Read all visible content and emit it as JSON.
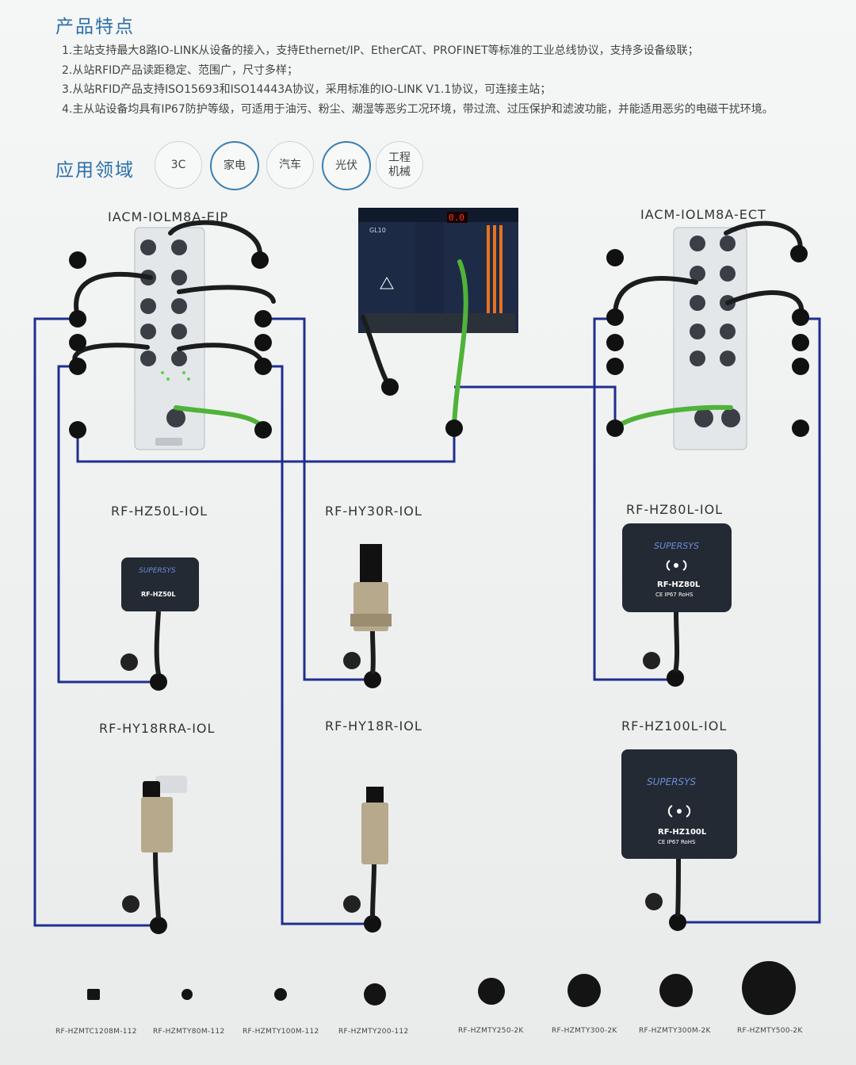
{
  "features": {
    "title": "产品特点",
    "items": [
      "1.主站支持最大8路IO-LINK从设备的接入，支持Ethernet/IP、EtherCAT、PROFINET等标准的工业总线协议，支持多设备级联；",
      "2.从站RFID产品读距稳定、范围广，尺寸多样；",
      "3.从站RFID产品支持ISO15693和ISO14443A协议，采用标准的IO-LINK V1.1协议，可连接主站；",
      "4.主从站设备均具有IP67防护等级，可适用于油污、粉尘、潮湿等恶劣工况环境，带过流、过压保护和滤波功能，并能适用恶劣的电磁干扰环境。"
    ]
  },
  "applications": {
    "title": "应用领域",
    "chips": [
      {
        "line1": "3C",
        "line2": "",
        "active": false
      },
      {
        "line1": "家电",
        "line2": "",
        "active": true
      },
      {
        "line1": "汽车",
        "line2": "",
        "active": false
      },
      {
        "line1": "光伏",
        "line2": "",
        "active": true
      },
      {
        "line1": "工程",
        "line2": "机械",
        "active": false
      }
    ]
  },
  "masters": {
    "left": "IACM-IOLM8A-EIP",
    "right": "IACM-IOLM8A-ECT",
    "plc_model": "GL10",
    "plc_display": "0.0"
  },
  "readers": {
    "hz50l": "RF-HZ50L-IOL",
    "hy30r": "RF-HY30R-IOL",
    "hz80l": "RF-HZ80L-IOL",
    "hy18rra": "RF-HY18RRA-IOL",
    "hy18r": "RF-HY18R-IOL",
    "hz100l": "RF-HZ100L-IOL"
  },
  "reader_faces": {
    "brand": "SUPERSYS",
    "hz50l_model": "RF-HZ50L",
    "hz80l_model": "RF-HZ80L",
    "hz100l_model": "RF-HZ100L",
    "cert": "CE IP67 RoHS"
  },
  "tags": [
    "RF-HZMTC1208M-112",
    "RF-HZMTY80M-112",
    "RF-HZMTY100M-112",
    "RF-HZMTY200-112",
    "RF-HZMTY250-2K",
    "RF-HZMTY300-2K",
    "RF-HZMTY300M-2K",
    "RF-HZMTY500-2K"
  ],
  "colors": {
    "accent": "#2a6fa8",
    "wire": "#1f2f8f",
    "cable_green": "#4fb33a",
    "device_dark": "#232a33"
  }
}
